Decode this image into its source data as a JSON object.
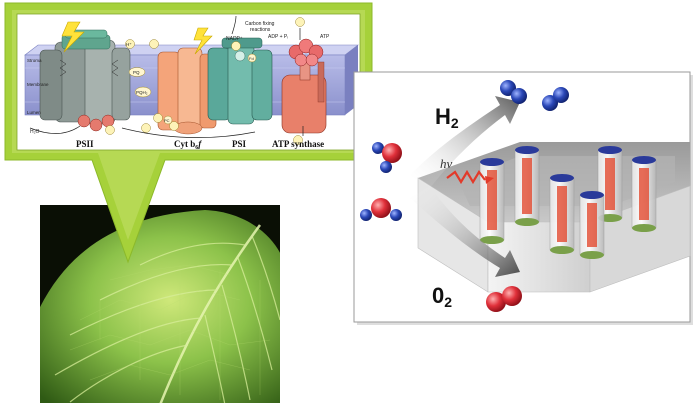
{
  "figure": {
    "photosystem_labels": {
      "psii": "PSII",
      "cyt": "Cyt b",
      "cyt_sub": "6",
      "cyt_suffix": "f",
      "psi": "PSI",
      "atp": "ATP synthase"
    },
    "small_labels": {
      "carbon": "Carbon fixing",
      "reactions": "reactions",
      "nadp": "NADP⁺",
      "adp": "ADP + Pᵢ",
      "atp": "ATP",
      "stroma": "Stroma",
      "membrane": "Membrane",
      "lumen": "Lumen",
      "h2o": "H₂O",
      "pq": "PQ",
      "pqh2": "PQH₂",
      "pc": "PC",
      "fd": "Fd",
      "h_plus": "H⁺"
    },
    "device_labels": {
      "h2_main": "H",
      "h2_sub": "2",
      "o2_main": "0",
      "o2_sub": "2",
      "hv": "hv"
    }
  },
  "colors": {
    "callout_green": "#a6d13a",
    "membrane_purple": "#9aa0d8",
    "psii_gray": "#8e9a96",
    "cyt_orange": "#f4a47a",
    "psi_teal": "#5aa89a",
    "atp_salmon": "#e8806a",
    "hydrogen_blue": "#2b48b8",
    "oxygen_red": "#e0303a",
    "leaf_green": "#8cc24a"
  }
}
